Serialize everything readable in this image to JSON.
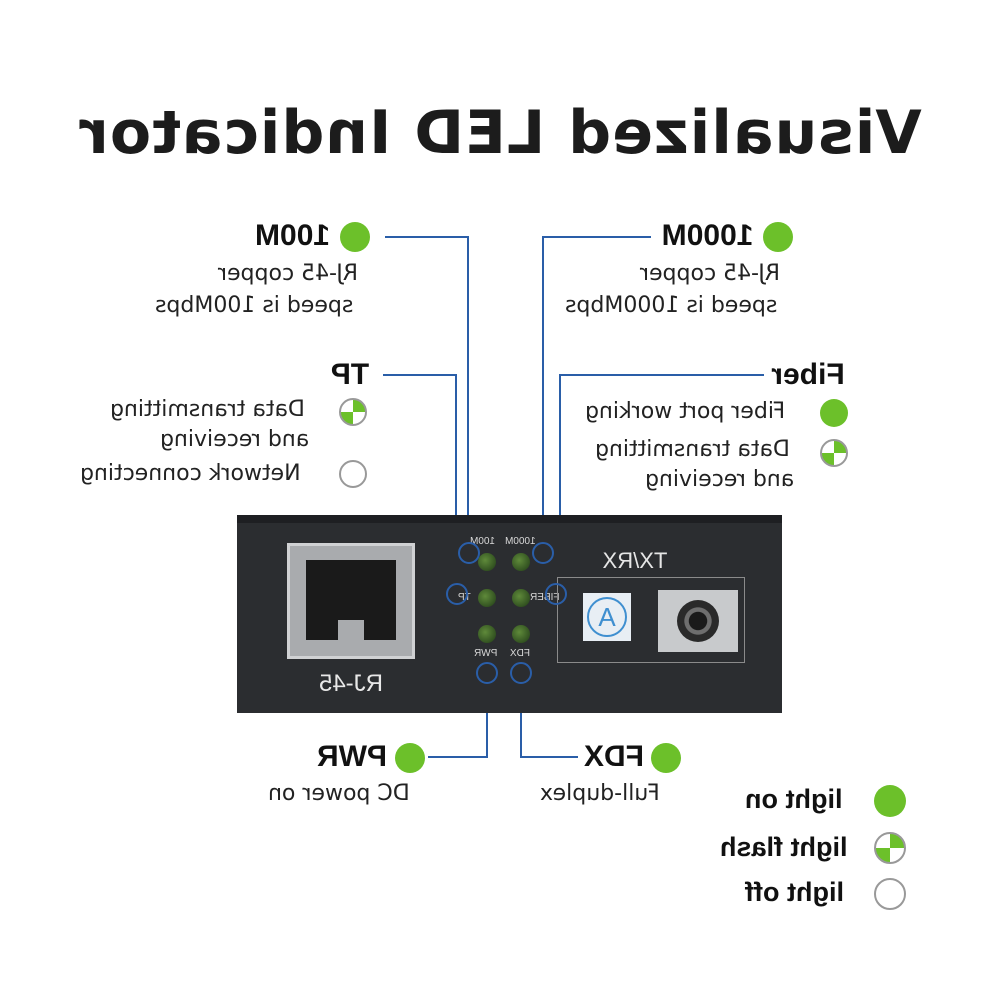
{
  "title": "Visualized LED Indicator",
  "callouts": {
    "m100": {
      "head": "100M",
      "desc1": "RJ-45 copper",
      "desc2": "speed is 100Mbps",
      "state": "on"
    },
    "m1000": {
      "head": "1000M",
      "desc1": "RJ-45 copper",
      "desc2": "speed is 1000Mbps",
      "state": "on"
    },
    "tp": {
      "head": "TP",
      "item1": "Data transmitting",
      "item1b": "and receiving",
      "item1_state": "flash",
      "item2": "Network connecting",
      "item2_state": "off"
    },
    "fiber": {
      "head": "Fiber",
      "item1": "Fiber port working",
      "item1_state": "on",
      "item2": "Data transmitting",
      "item2b": "and receiving",
      "item2_state": "flash"
    },
    "pwr": {
      "head": "PWR",
      "desc": "DC power on",
      "state": "on"
    },
    "fdx": {
      "head": "FDX",
      "desc": "Full-duplex",
      "state": "on"
    }
  },
  "legend": {
    "on": "light on",
    "flash": "light flash",
    "off": "light off"
  },
  "device": {
    "rj45_label": "RJ-45",
    "txrx_label": "TX/RX",
    "badge": "A",
    "led_labels": {
      "m100": "100M",
      "m1000": "1000M",
      "tp": "TP",
      "fiber": "FIBER",
      "pwr": "PWR",
      "fdx": "FDX"
    }
  },
  "colors": {
    "led_on": "#6cc02a",
    "pointer_line": "#2a5ea8",
    "device_body": "#2b2d30"
  }
}
